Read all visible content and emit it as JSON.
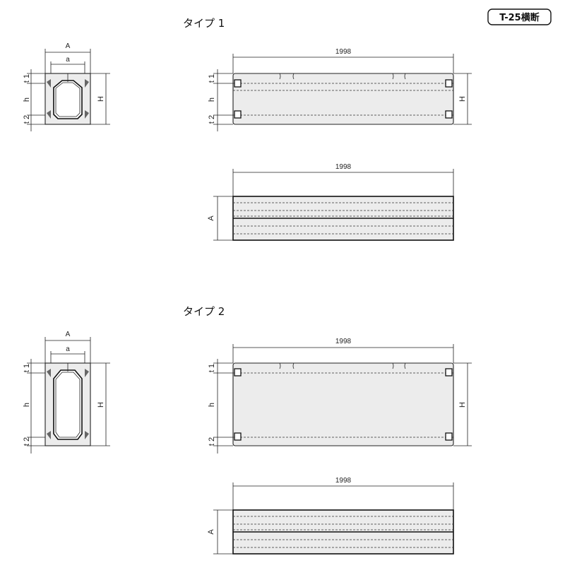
{
  "badge": "T-25横断",
  "dims": {
    "A": "A",
    "a": "a",
    "t1": "t 1",
    "h": "h",
    "t2": "t 2",
    "H": "H",
    "length": "1998"
  },
  "types": [
    {
      "title": "タイプ 1"
    },
    {
      "title": "タイプ 2"
    }
  ]
}
